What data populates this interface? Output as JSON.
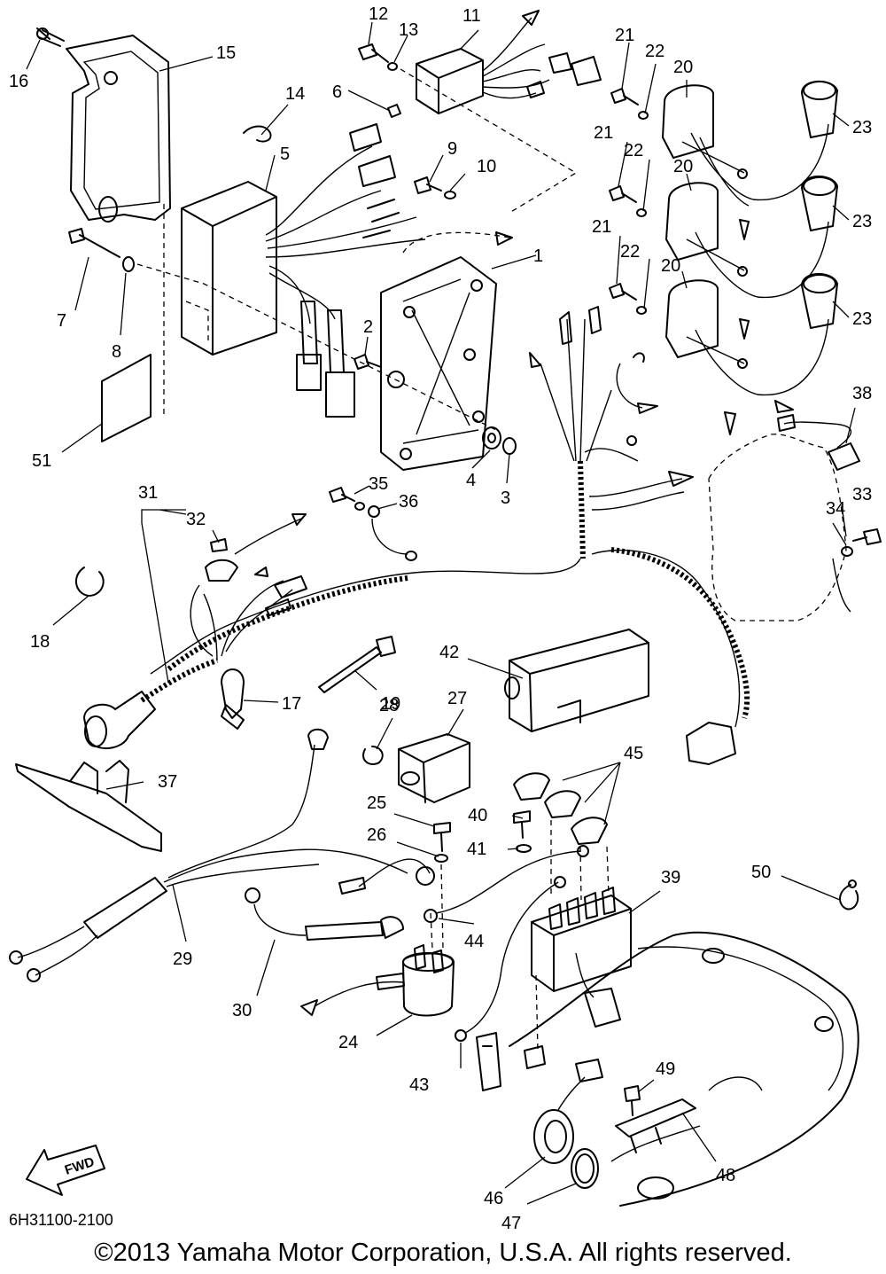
{
  "diagram": {
    "drawing_code": "6H31100-2100",
    "copyright": "©2013 Yamaha Motor Corporation, U.S.A. All rights reserved.",
    "direction_label": "FWD",
    "callouts": {
      "c1": "1",
      "c2": "2",
      "c3": "3",
      "c4": "4",
      "c5": "5",
      "c6": "6",
      "c7": "7",
      "c8": "8",
      "c9": "9",
      "c10": "10",
      "c11": "11",
      "c12": "12",
      "c13": "13",
      "c14": "14",
      "c15": "15",
      "c16": "16",
      "c17": "17",
      "c18": "18",
      "c19": "19",
      "c20a": "20",
      "c20b": "20",
      "c20c": "20",
      "c21a": "21",
      "c21b": "21",
      "c21c": "21",
      "c22a": "22",
      "c22b": "22",
      "c22c": "22",
      "c23a": "23",
      "c23b": "23",
      "c23c": "23",
      "c24": "24",
      "c25": "25",
      "c26": "26",
      "c27": "27",
      "c28": "28",
      "c29": "29",
      "c30": "30",
      "c31": "31",
      "c32": "32",
      "c33": "33",
      "c34": "34",
      "c35": "35",
      "c36": "36",
      "c37": "37",
      "c38": "38",
      "c39": "39",
      "c40": "40",
      "c41": "41",
      "c42": "42",
      "c43": "43",
      "c44": "44",
      "c45": "45",
      "c46": "46",
      "c47": "47",
      "c48": "48",
      "c49": "49",
      "c50": "50",
      "c51": "51"
    }
  }
}
